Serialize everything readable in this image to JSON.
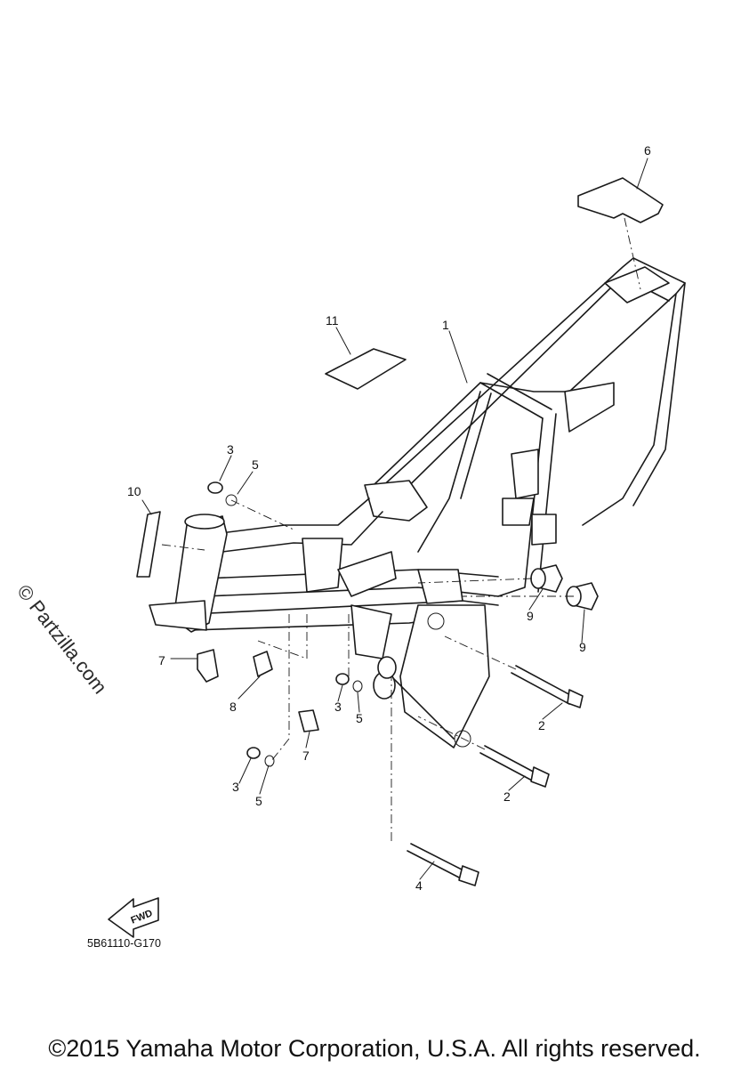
{
  "diagram": {
    "part_labels": [
      "1",
      "2",
      "2",
      "3",
      "3",
      "3",
      "4",
      "5",
      "5",
      "5",
      "6",
      "7",
      "7",
      "8",
      "9",
      "9",
      "10",
      "11"
    ],
    "fwd_label": "FWD",
    "diagram_code": "5B61110-G170"
  },
  "watermark": "© Partzilla.com",
  "copyright": "©2015 Yamaha Motor Corporation, U.S.A. All rights reserved."
}
